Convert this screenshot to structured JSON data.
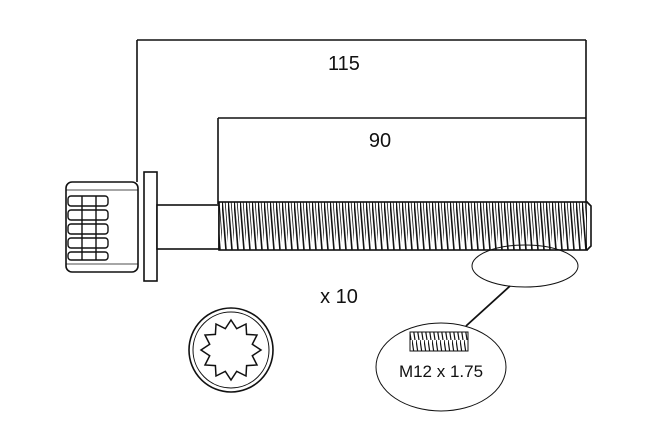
{
  "dimensions": {
    "overall_length": "115",
    "thread_length": "90"
  },
  "quantity_label": "x 10",
  "thread_spec": "M12 x 1.75",
  "colors": {
    "line": "#111111",
    "background": "#ffffff"
  },
  "icons": {
    "drive": "twelve-point-spline-drive-icon"
  }
}
